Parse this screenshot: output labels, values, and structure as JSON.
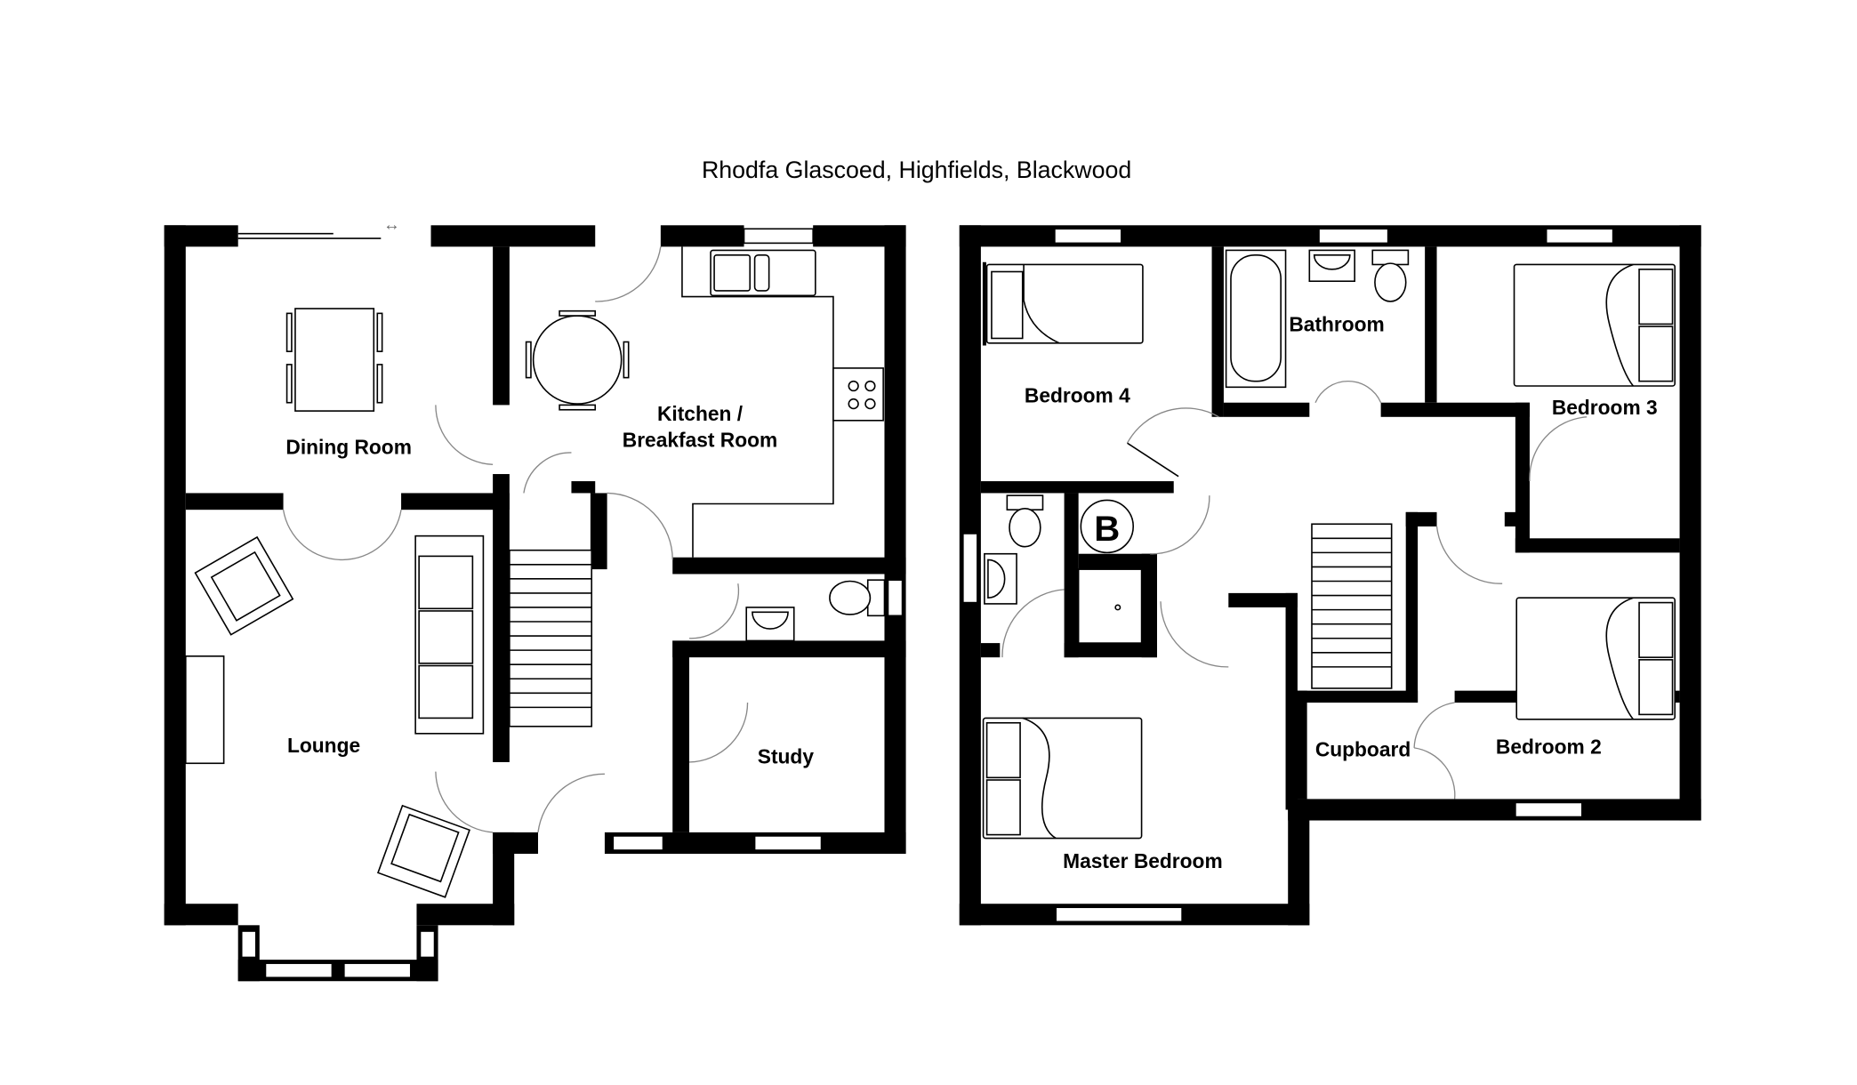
{
  "title": "Rhodfa Glascoed, Highfields, Blackwood",
  "ground_floor": {
    "rooms": {
      "dining": "Dining Room",
      "kitchen_line1": "Kitchen /",
      "kitchen_line2": "Breakfast Room",
      "lounge": "Lounge",
      "study": "Study"
    }
  },
  "first_floor": {
    "rooms": {
      "bedroom4": "Bedroom 4",
      "bathroom": "Bathroom",
      "bedroom3": "Bedroom 3",
      "bedroom2": "Bedroom 2",
      "cupboard": "Cupboard",
      "master": "Master Bedroom"
    },
    "boiler_label": "B"
  }
}
